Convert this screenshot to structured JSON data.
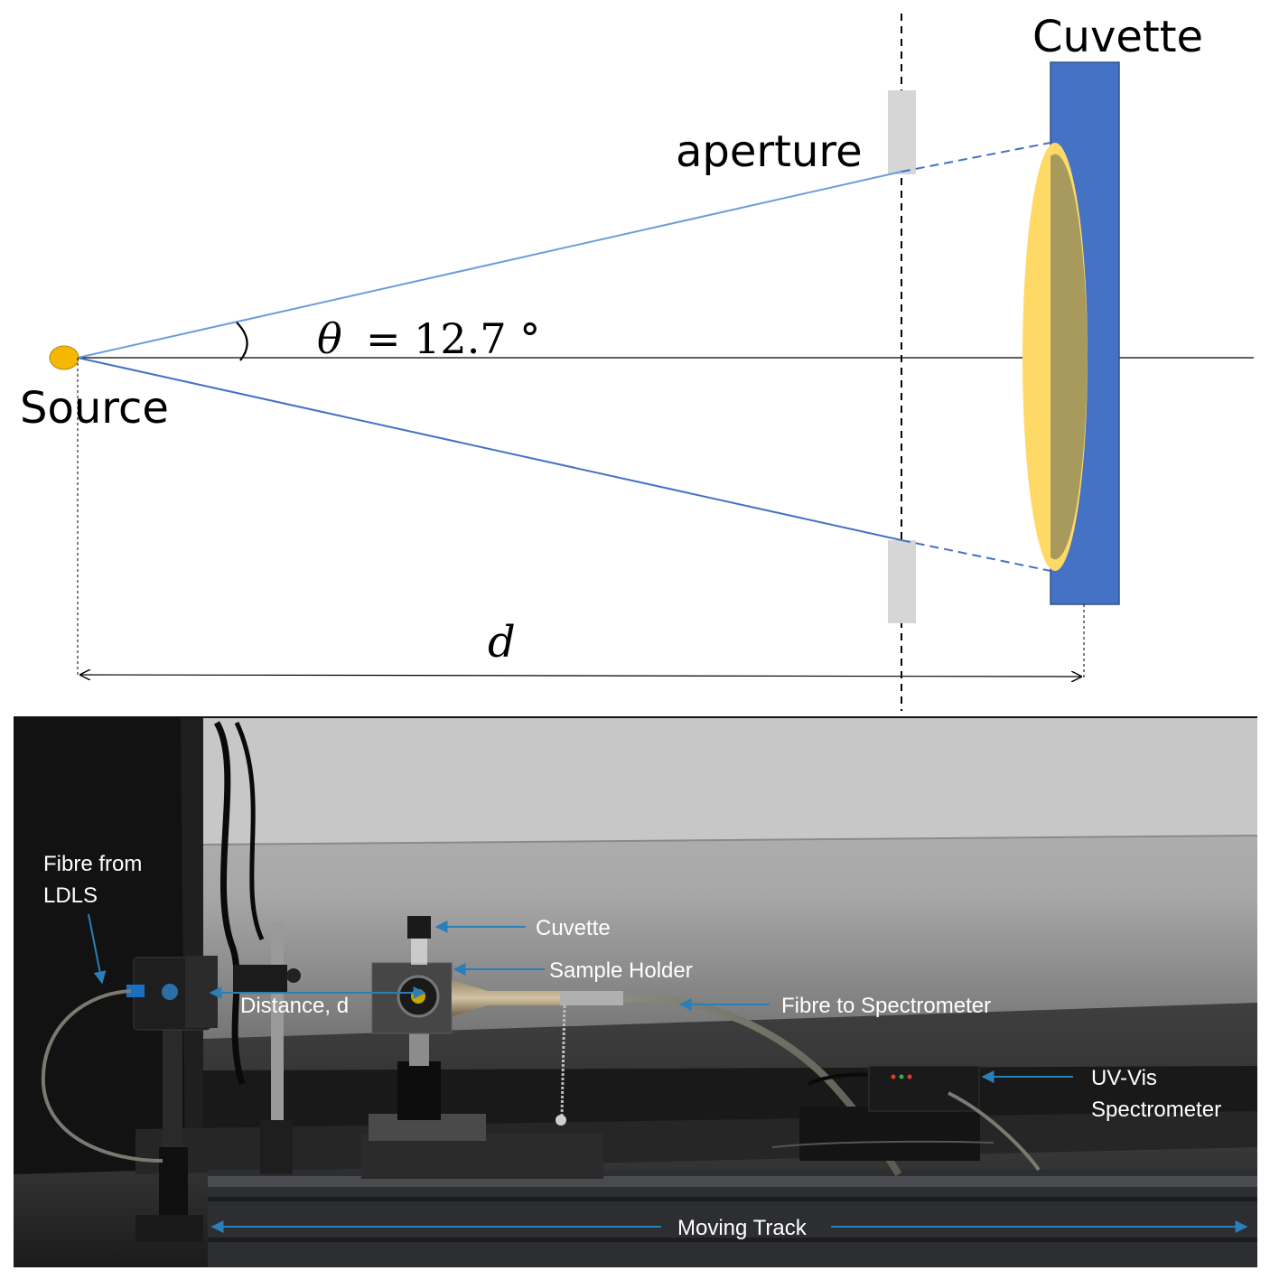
{
  "diagram": {
    "source_label": "Source",
    "aperture_label": "aperture",
    "cuvette_label": "Cuvette",
    "theta_symbol": "θ",
    "theta_equals": "= 12.7 °",
    "distance_symbol": "d",
    "colors": {
      "source": "#f5b800",
      "beam_upper": "#6a9fd8",
      "beam_lower": "#4472c4",
      "aperture": "#d6d6d6",
      "cuvette": "#4472c4",
      "light_spot": "#ffd966",
      "spot_overlap": "#a89a5c"
    }
  },
  "photo": {
    "labels": {
      "fibre_from": "Fibre from",
      "ldls": "LDLS",
      "cuvette": "Cuvette",
      "sample_holder": "Sample Holder",
      "distance": "Distance, d",
      "fibre_to_spectrometer": "Fibre to Spectrometer",
      "uv_vis": "UV-Vis",
      "spectrometer": "Spectrometer",
      "moving_track": "Moving Track"
    },
    "colors": {
      "arrow": "#2a7fb8",
      "label": "#ffffff"
    }
  }
}
